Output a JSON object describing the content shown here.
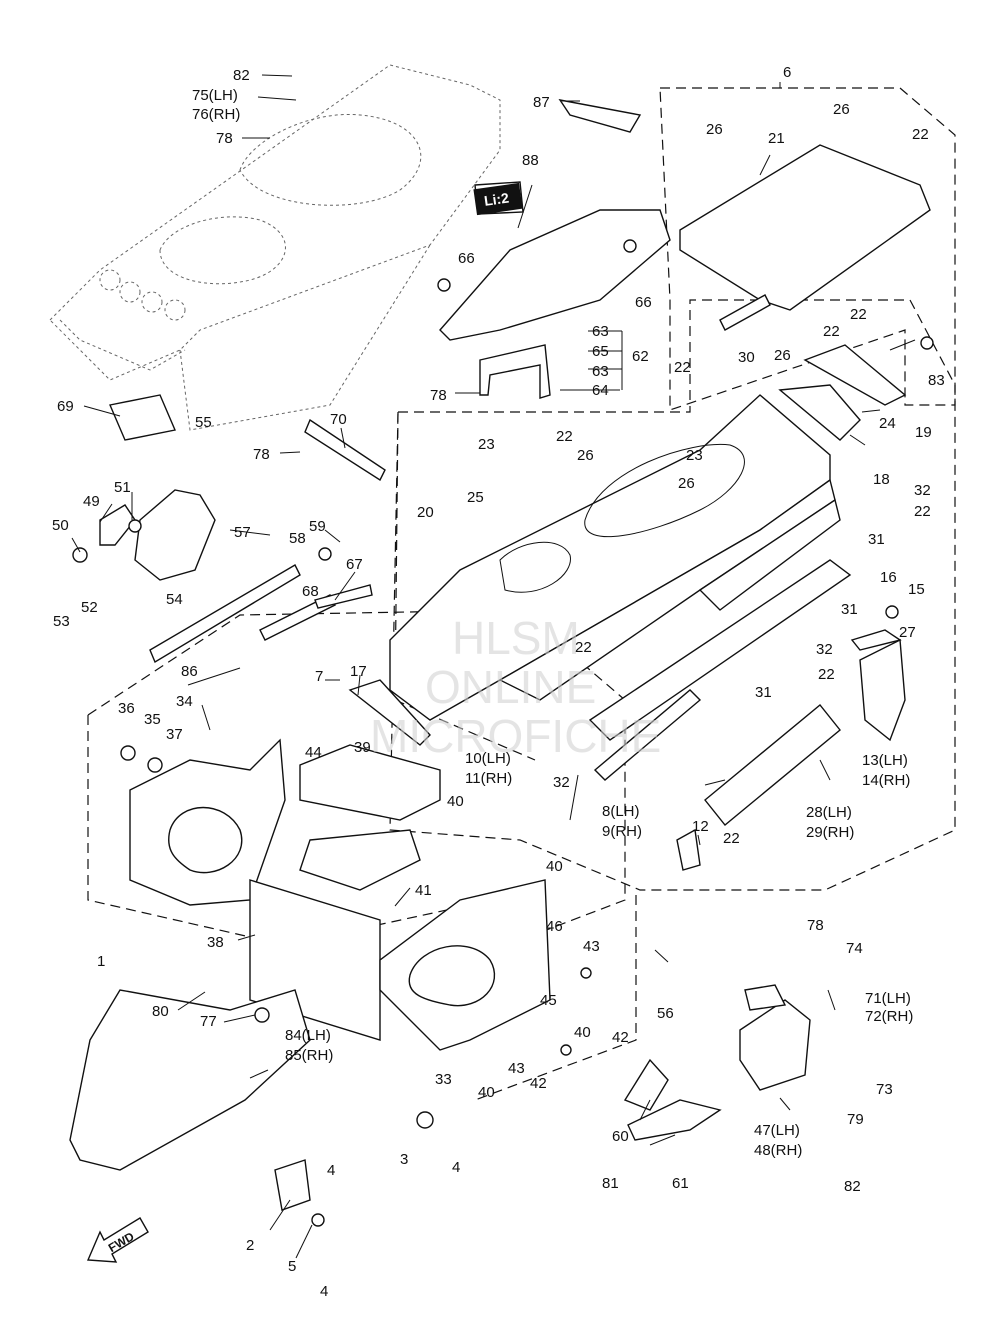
{
  "watermark": [
    "HLSM",
    "ONLINE",
    "MICROFICHE"
  ],
  "fwd_badge": "FWD",
  "decal_text": "Li:2",
  "callouts": [
    {
      "id": "c82a",
      "text": "82"
    },
    {
      "id": "c75",
      "text": "75(LH)"
    },
    {
      "id": "c76",
      "text": "76(RH)"
    },
    {
      "id": "c78a",
      "text": "78"
    },
    {
      "id": "c69",
      "text": "69"
    },
    {
      "id": "c55",
      "text": "55"
    },
    {
      "id": "c51",
      "text": "51"
    },
    {
      "id": "c49",
      "text": "49"
    },
    {
      "id": "c50",
      "text": "50"
    },
    {
      "id": "c52",
      "text": "52"
    },
    {
      "id": "c53",
      "text": "53"
    },
    {
      "id": "c54",
      "text": "54"
    },
    {
      "id": "c57",
      "text": "57"
    },
    {
      "id": "c58",
      "text": "58"
    },
    {
      "id": "c59",
      "text": "59"
    },
    {
      "id": "c67",
      "text": "67"
    },
    {
      "id": "c68",
      "text": "68"
    },
    {
      "id": "c70",
      "text": "70"
    },
    {
      "id": "c78b",
      "text": "78"
    },
    {
      "id": "c20",
      "text": "20"
    },
    {
      "id": "c86",
      "text": "86"
    },
    {
      "id": "c7",
      "text": "7"
    },
    {
      "id": "c17",
      "text": "17"
    },
    {
      "id": "c34",
      "text": "34"
    },
    {
      "id": "c36",
      "text": "36"
    },
    {
      "id": "c35",
      "text": "35"
    },
    {
      "id": "c37",
      "text": "37"
    },
    {
      "id": "c44",
      "text": "44"
    },
    {
      "id": "c39",
      "text": "39"
    },
    {
      "id": "c40a",
      "text": "40"
    },
    {
      "id": "c38",
      "text": "38"
    },
    {
      "id": "c41",
      "text": "41"
    },
    {
      "id": "c1",
      "text": "1"
    },
    {
      "id": "c80",
      "text": "80"
    },
    {
      "id": "c77",
      "text": "77"
    },
    {
      "id": "c84",
      "text": "84(LH)"
    },
    {
      "id": "c85",
      "text": "85(RH)"
    },
    {
      "id": "c4a",
      "text": "4"
    },
    {
      "id": "c3",
      "text": "3"
    },
    {
      "id": "c4b",
      "text": "4"
    },
    {
      "id": "c2",
      "text": "2"
    },
    {
      "id": "c5",
      "text": "5"
    },
    {
      "id": "c4c",
      "text": "4"
    },
    {
      "id": "c33",
      "text": "33"
    },
    {
      "id": "c40b",
      "text": "40"
    },
    {
      "id": "c43a",
      "text": "43"
    },
    {
      "id": "c42a",
      "text": "42"
    },
    {
      "id": "c45",
      "text": "45"
    },
    {
      "id": "c40c",
      "text": "40"
    },
    {
      "id": "c46",
      "text": "46"
    },
    {
      "id": "c43b",
      "text": "43"
    },
    {
      "id": "c42b",
      "text": "42"
    },
    {
      "id": "c40d",
      "text": "40"
    },
    {
      "id": "c56",
      "text": "56"
    },
    {
      "id": "c60",
      "text": "60"
    },
    {
      "id": "c81",
      "text": "81"
    },
    {
      "id": "c61",
      "text": "61"
    },
    {
      "id": "c88",
      "text": "88"
    },
    {
      "id": "c66a",
      "text": "66"
    },
    {
      "id": "c66b",
      "text": "66"
    },
    {
      "id": "c63a",
      "text": "63"
    },
    {
      "id": "c65",
      "text": "65"
    },
    {
      "id": "c62",
      "text": "62"
    },
    {
      "id": "c63b",
      "text": "63"
    },
    {
      "id": "c64",
      "text": "64"
    },
    {
      "id": "c78c",
      "text": "78"
    },
    {
      "id": "c87",
      "text": "87"
    },
    {
      "id": "c6",
      "text": "6"
    },
    {
      "id": "c26a",
      "text": "26"
    },
    {
      "id": "c21",
      "text": "21"
    },
    {
      "id": "c26b",
      "text": "26"
    },
    {
      "id": "c22a",
      "text": "22"
    },
    {
      "id": "c22b",
      "text": "22"
    },
    {
      "id": "c22c",
      "text": "22"
    },
    {
      "id": "c30",
      "text": "30"
    },
    {
      "id": "c26c",
      "text": "26"
    },
    {
      "id": "c83",
      "text": "83"
    },
    {
      "id": "c22d",
      "text": "22"
    },
    {
      "id": "c24",
      "text": "24"
    },
    {
      "id": "c19",
      "text": "19"
    },
    {
      "id": "c18",
      "text": "18"
    },
    {
      "id": "c23a",
      "text": "23"
    },
    {
      "id": "c22e",
      "text": "22"
    },
    {
      "id": "c26d",
      "text": "26"
    },
    {
      "id": "c23b",
      "text": "23"
    },
    {
      "id": "c26e",
      "text": "26"
    },
    {
      "id": "c25",
      "text": "25"
    },
    {
      "id": "c32a",
      "text": "32"
    },
    {
      "id": "c22f",
      "text": "22"
    },
    {
      "id": "c31a",
      "text": "31"
    },
    {
      "id": "c16",
      "text": "16"
    },
    {
      "id": "c15",
      "text": "15"
    },
    {
      "id": "c31b",
      "text": "31"
    },
    {
      "id": "c27",
      "text": "27"
    },
    {
      "id": "c22g",
      "text": "22"
    },
    {
      "id": "c32b",
      "text": "32"
    },
    {
      "id": "c22h",
      "text": "22"
    },
    {
      "id": "c31c",
      "text": "31"
    },
    {
      "id": "c13",
      "text": "13(LH)"
    },
    {
      "id": "c14",
      "text": "14(RH)"
    },
    {
      "id": "c10",
      "text": "10(LH)"
    },
    {
      "id": "c11",
      "text": "11(RH)"
    },
    {
      "id": "c32c",
      "text": "32"
    },
    {
      "id": "c8",
      "text": "8(LH)"
    },
    {
      "id": "c9",
      "text": "9(RH)"
    },
    {
      "id": "c28",
      "text": "28(LH)"
    },
    {
      "id": "c29",
      "text": "29(RH)"
    },
    {
      "id": "c12",
      "text": "12"
    },
    {
      "id": "c22i",
      "text": "22"
    },
    {
      "id": "c78d",
      "text": "78"
    },
    {
      "id": "c74",
      "text": "74"
    },
    {
      "id": "c71",
      "text": "71(LH)"
    },
    {
      "id": "c72",
      "text": "72(RH)"
    },
    {
      "id": "c73",
      "text": "73"
    },
    {
      "id": "c79",
      "text": "79"
    },
    {
      "id": "c47",
      "text": "47(LH)"
    },
    {
      "id": "c48",
      "text": "48(RH)"
    },
    {
      "id": "c82b",
      "text": "82"
    }
  ]
}
